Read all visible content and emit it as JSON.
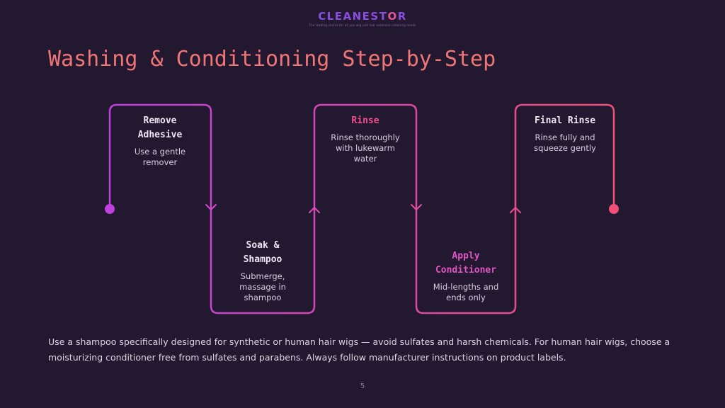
{
  "brand": {
    "logo_main": "CLEANEST",
    "logo_accent": "O",
    "logo_end": "R",
    "tagline": "The leading choice for all you wig and hair extension cleaning needs"
  },
  "title": "Washing & Conditioning Step-by-Step",
  "steps": [
    {
      "title": "Remove Adhesive",
      "desc": "Use a gentle remover"
    },
    {
      "title": "Soak & Shampoo",
      "desc": "Submerge, massage in shampoo"
    },
    {
      "title": "Rinse",
      "desc": "Rinse thoroughly with lukewarm water"
    },
    {
      "title": "Apply Conditioner",
      "desc": "Mid-lengths and ends only"
    },
    {
      "title": "Final Rinse",
      "desc": "Rinse fully and squeeze gently"
    }
  ],
  "note": "Use a shampoo specifically designed for synthetic or human hair wigs — avoid sulfates and harsh chemicals. For human hair wigs, choose a moisturizing conditioner free from sulfates and parabens. Always follow manufacturer instructions on product labels.",
  "page_number": "5",
  "colors": {
    "background": "#221830",
    "title": "#f07575",
    "flow_start": "#c040e0",
    "flow_end": "#f0507a",
    "logo_purple": "#8a4fe0",
    "logo_pink": "#e0559a"
  }
}
